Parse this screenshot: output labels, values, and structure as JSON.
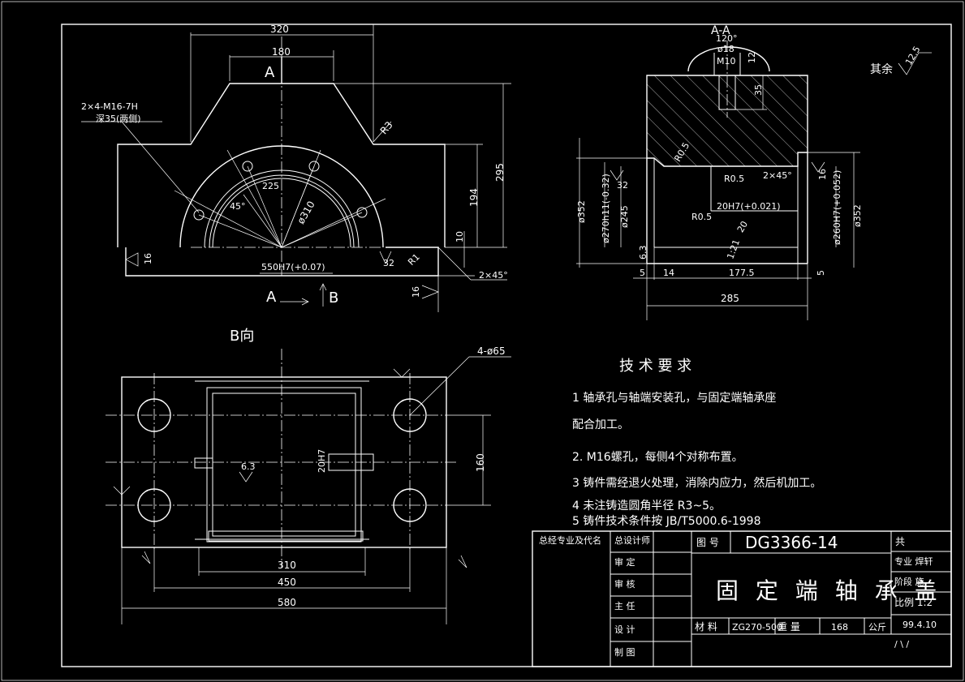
{
  "views": {
    "front": {
      "dims": {
        "w320": "320",
        "w180": "180",
        "section_a": "A",
        "thread_note": "2×4-M16-7H",
        "thread_depth": "深35(两侧)",
        "r3": "R3",
        "h295": "295",
        "h194": "194",
        "h10": "10",
        "r225": "225",
        "d310": "ø310",
        "a45": "45°",
        "bore": "550H7(+0.07)",
        "r1": "R1",
        "cham": "2×45°",
        "rough16_left": "16",
        "rough32": "32",
        "rough16_bottom": "16",
        "view_a": "A",
        "view_b": "B"
      }
    },
    "section": {
      "title": "A-A",
      "dims": {
        "a120": "120°",
        "d18": "ø18",
        "m10": "M10",
        "d12": "12",
        "d35": "35",
        "r05a": "R0.5",
        "r05b": "R0.5",
        "r05c": "R0.5",
        "cham": "2×45°",
        "d352_left": "ø352",
        "d270": "ø270h11(-0.32)",
        "d245": "ø245",
        "rough32": "32",
        "rough16": "16",
        "fit20": "20H7(+0.021)",
        "d20c": "20",
        "d260": "ø260H7(+0.052)",
        "d352_right": "ø352",
        "d63": "6.3",
        "d5a": "5",
        "d14": "14",
        "d1775": "177.5",
        "d5b": "5",
        "d285": "285",
        "d1_21": "1:21"
      },
      "rough_other_label": "其余",
      "rough_other_value": "12.5"
    },
    "bottom": {
      "title": "B向",
      "dims": {
        "holes": "4-ø65",
        "h160": "160",
        "fit20": "20H7",
        "rough63": "6.3",
        "w310": "310",
        "w450": "450",
        "w580": "580"
      }
    }
  },
  "tech_requirements": {
    "title": "技 术 要 求",
    "items": [
      "1  轴承孔与轴端安装孔，与固定端轴承座",
      "    配合加工。",
      "2. M16螺孔，每侧4个对称布置。",
      "3  铸件需经退火处理，消除内应力，然后机加工。",
      "4  未注铸造圆角半径 R3~5。",
      "5  铸件技术条件按 JB/T5000.6-1998"
    ]
  },
  "title_block": {
    "row_labels": [
      "总设计师",
      "审    定",
      "审    核",
      "主    任",
      "设    计",
      "制    图"
    ],
    "left_header": "总经专业及代名",
    "drawing_no_label": "图  号",
    "drawing_no": "DG3366-14",
    "part_name": "固 定 端 轴 承 盖",
    "material_label": "材  料",
    "material": "ZG270-500",
    "weight_label": "重  量",
    "weight": "168",
    "weight_unit": "公斤",
    "specialty": "专业  焊轩",
    "stage": "阶段  施",
    "scale": "比例 1:2",
    "date": "99.4.10",
    "top_right": "共",
    "bottom_right": "/ \\ /"
  }
}
